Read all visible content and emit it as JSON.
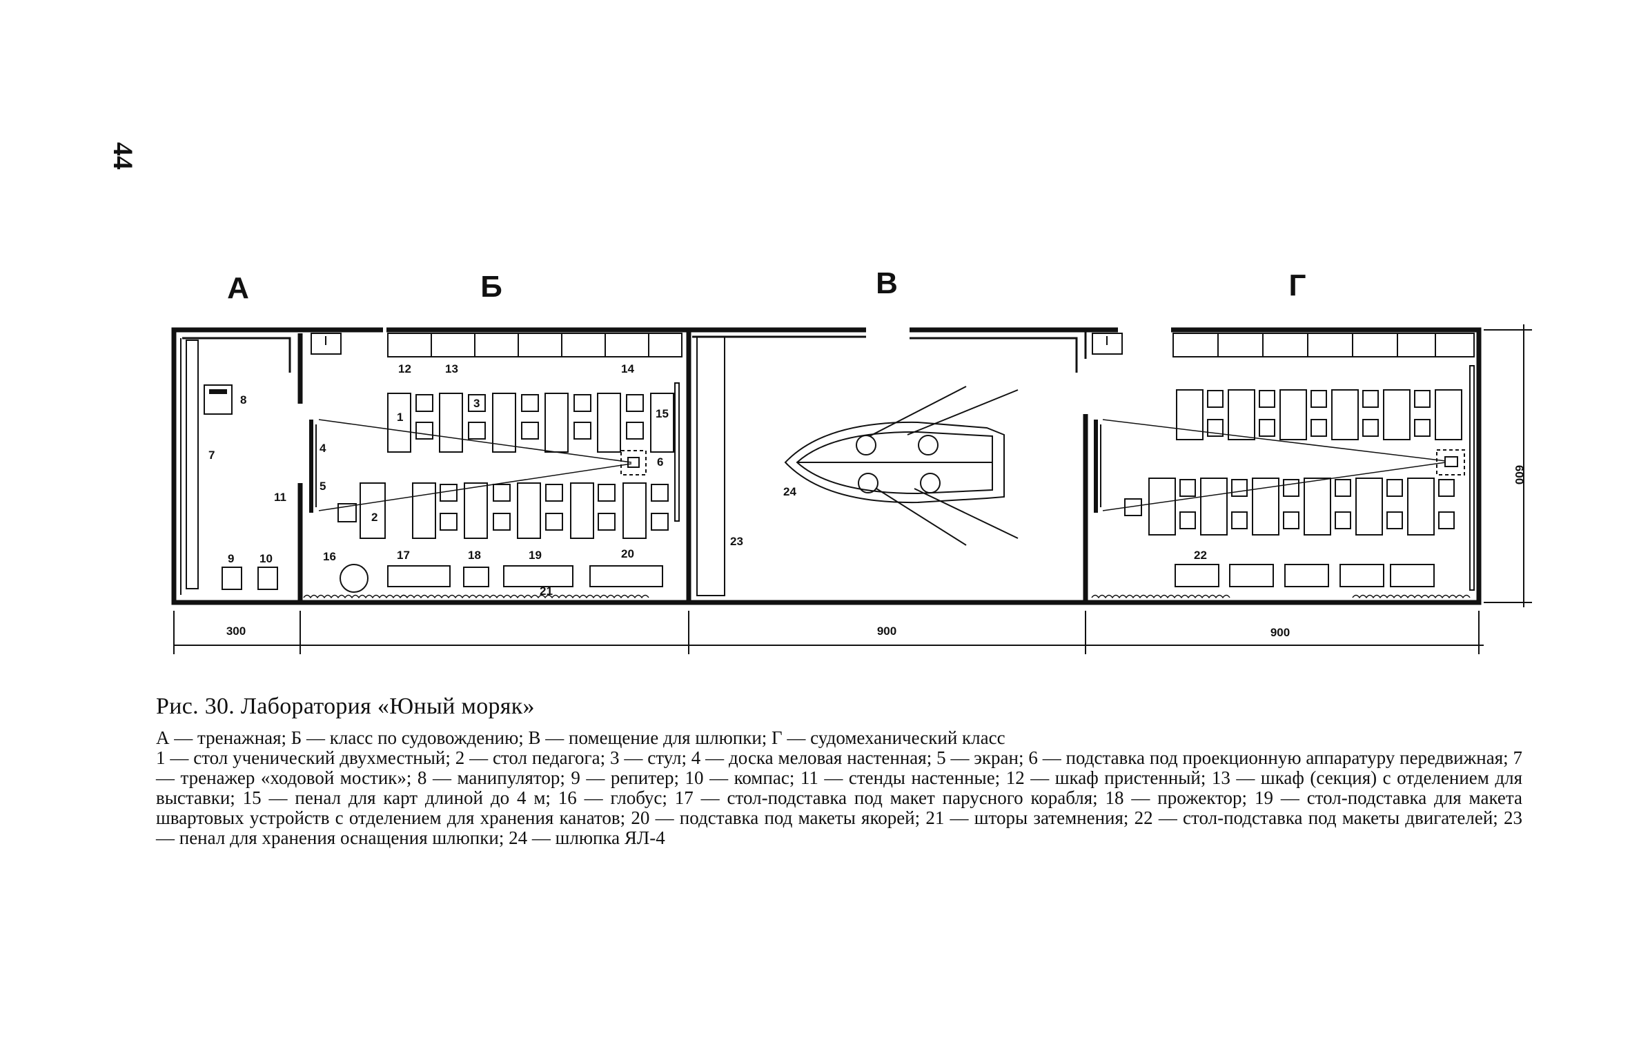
{
  "page_number": "44",
  "sections": {
    "a": "А",
    "b": "Б",
    "v": "В",
    "g": "Г"
  },
  "plan_labels": {
    "a_8": "8",
    "a_7": "7",
    "a_9": "9",
    "a_10": "10",
    "b_11": "11",
    "b_4": "4",
    "b_5": "5",
    "b_12": "12",
    "b_13": "13",
    "b_14": "14",
    "b_1": "1",
    "b_3": "3",
    "b_2": "2",
    "b_15": "15",
    "b_6": "6",
    "b_16": "16",
    "b_17": "17",
    "b_18": "18",
    "b_19": "19",
    "b_20": "20",
    "b_21": "21",
    "v_23": "23",
    "v_24": "24",
    "g_22": "22"
  },
  "dimensions": {
    "width_a": "300",
    "width_v": "900",
    "width_g": "900",
    "depth": "600"
  },
  "caption": {
    "title": "Рис. 30. Лаборатория «Юный моряк»",
    "sections_line": "А — тренажная; Б — класс по судовождению; В — помещение для шлюпки; Г — судомеханический класс",
    "legend": "1 — стол ученический двухместный; 2 — стол педагога; 3 — стул; 4 — доска меловая настенная; 5 — экран; 6 — подставка под проекционную аппаратуру передвижная; 7 — тренажер «ходовой мостик»; 8 — манипулятор; 9 — репитер; 10 — компас; 11 — стенды настенные; 12 — шкаф пристенный; 13 — шкаф (секция) с отделением для выставки; 15 — пенал для карт длиной до 4 м; 16 — глобус; 17 — стол-подставка под макет парусного корабля; 18 — прожектор; 19 — стол-подставка для макета швартовых устройств с отделением для хранения канатов; 20 — подставка под макеты якорей; 21 — шторы затемнения; 22 — стол-подставка под макеты двигателей; 23 — пенал для хранения оснащения шлюпки; 24 — шлюпка ЯЛ-4"
  }
}
